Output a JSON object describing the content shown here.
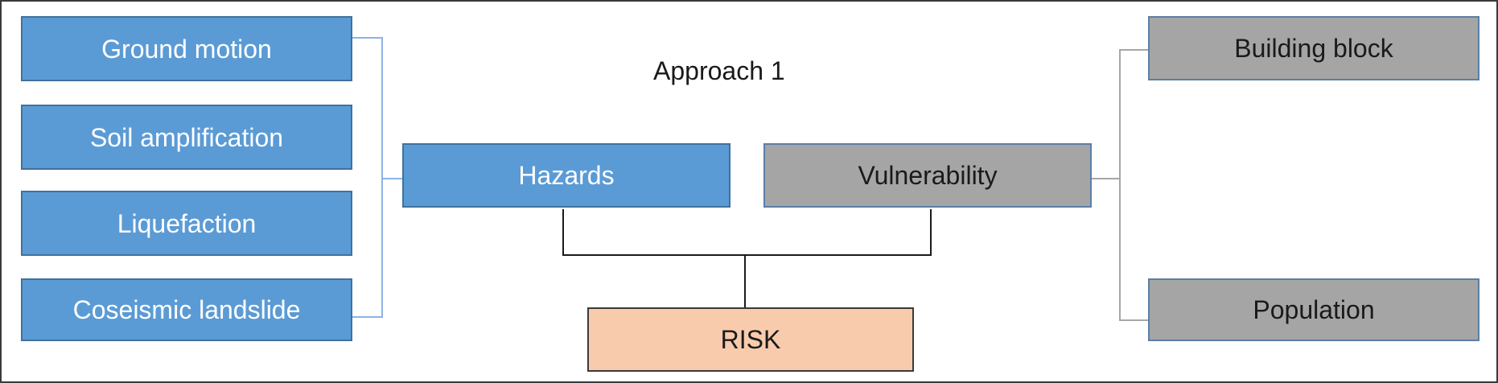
{
  "diagram": {
    "title": "Approach 1",
    "hazard_components": [
      {
        "label": "Ground motion"
      },
      {
        "label": "Soil amplification"
      },
      {
        "label": "Liquefaction"
      },
      {
        "label": "Coseismic landslide"
      }
    ],
    "hazards": {
      "label": "Hazards"
    },
    "vulnerability": {
      "label": "Vulnerability"
    },
    "vulnerability_components": [
      {
        "label": "Building block"
      },
      {
        "label": "Population"
      }
    ],
    "risk": {
      "label": "RISK"
    },
    "colors": {
      "blue_fill": "#5b9bd5",
      "grey_fill": "#a5a5a5",
      "risk_fill": "#f8cbad",
      "blue_connector": "#8db3e2",
      "grey_connector": "#a6a6a6",
      "black_connector": "#1a1a1a"
    }
  }
}
